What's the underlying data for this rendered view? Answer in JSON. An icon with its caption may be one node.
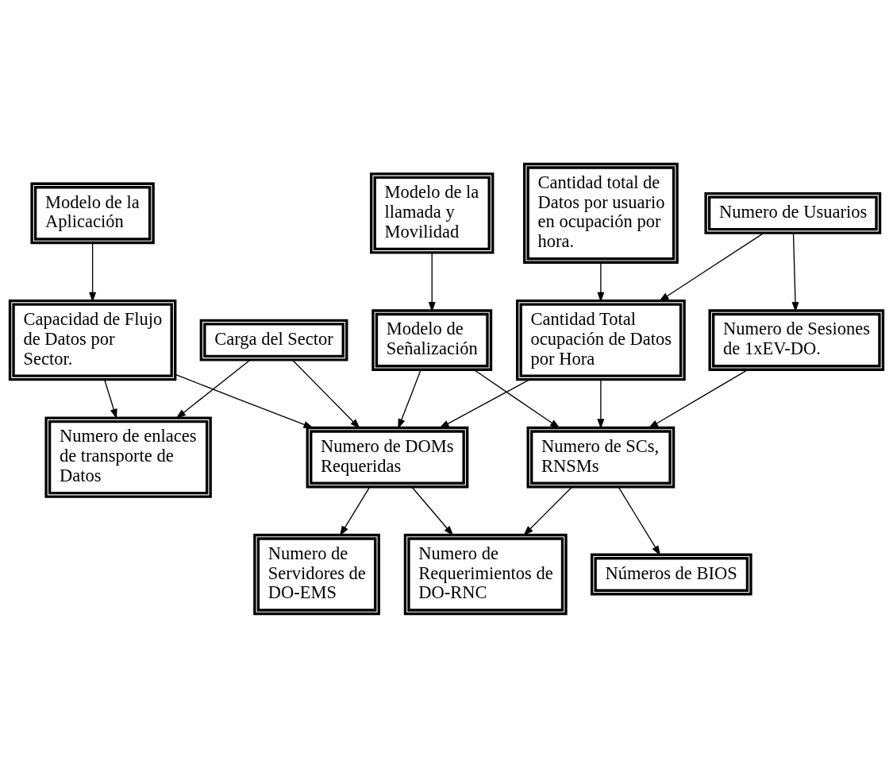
{
  "diagram": {
    "nodes": [
      {
        "text": [
          "Modelo de la Aplicación"
        ]
      },
      {
        "text": [
          "Modelo de la llamada y Movilidad"
        ]
      },
      {
        "text": [
          "Cantidad total de Datos por usuario en ocupación por hora."
        ]
      },
      {
        "text": [
          "Numero de Usuarios"
        ]
      },
      {
        "text": [
          "Capacidad de Flujo de Datos por Sector."
        ]
      },
      {
        "text": [
          "Modelo de Señalización"
        ]
      },
      {
        "text": [
          "Cantidad Total ocupación de Datos por Hora"
        ]
      },
      {
        "text": [
          "Numero de Sesiones de 1xEV-DO."
        ]
      },
      {
        "text": [
          "Carga del Sector"
        ]
      },
      {
        "text": [
          "Numero de SCs, RNSMs"
        ]
      },
      {
        "text": [
          "Numero de DOMs Requeridas"
        ]
      },
      {
        "text": [
          "Numero de enlaces de transporte de Datos"
        ]
      },
      {
        "text": [
          "Números de BIOS"
        ]
      },
      {
        "text": [
          "Numero de Servidores de DO-EMS"
        ]
      },
      {
        "text": [
          "Numero de Requerimientos de DO-RNC"
        ]
      }
    ],
    "edges": [
      {
        "from": 0,
        "to": 4,
        "arrow": "to"
      },
      {
        "from": 1,
        "to": 5,
        "arrow": "to"
      },
      {
        "from": 2,
        "to": 6,
        "arrow": "to"
      },
      {
        "from": 3,
        "to": 6,
        "arrow": "to"
      },
      {
        "from": 3,
        "to": 7,
        "arrow": "to"
      },
      {
        "from": 4,
        "to": 10,
        "arrow": "to"
      },
      {
        "from": 4,
        "to": 11,
        "arrow": "to"
      },
      {
        "from": 5,
        "to": 10,
        "arrow": "to"
      },
      {
        "from": 5,
        "to": 9,
        "arrow": "to"
      },
      {
        "from": 6,
        "to": 10,
        "arrow": "to"
      },
      {
        "from": 6,
        "to": 9,
        "arrow": "to"
      },
      {
        "from": 7,
        "to": 9,
        "arrow": "to"
      },
      {
        "from": 8,
        "to": 10,
        "arrow": "to"
      },
      {
        "from": 8,
        "to": 11,
        "arrow": "to"
      },
      {
        "from": 9,
        "to": 14,
        "arrow": "to"
      },
      {
        "from": 9,
        "to": 12,
        "arrow": "to"
      },
      {
        "from": 10,
        "to": 14,
        "arrow": "to"
      },
      {
        "from": 10,
        "to": 13,
        "arrow": "to"
      }
    ]
  }
}
